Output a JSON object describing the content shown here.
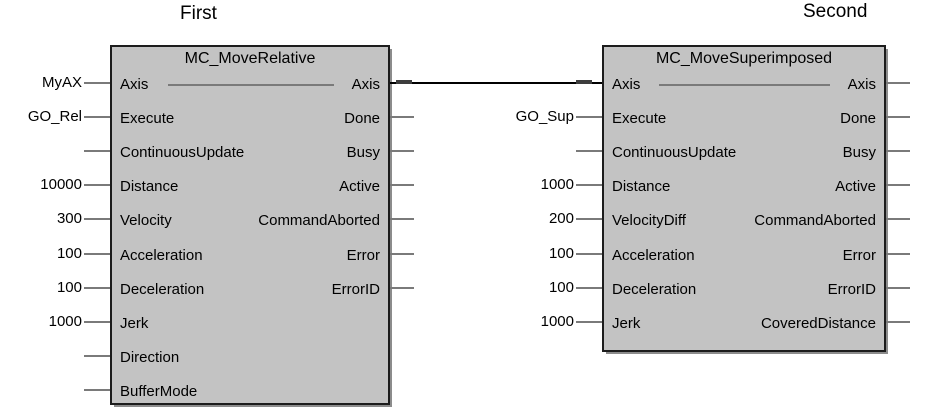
{
  "colors": {
    "background": "#ffffff",
    "block_fill": "#c3c3c3",
    "block_border": "#1c1c1c",
    "stub_line": "#7a7a7a",
    "wire": "#000000",
    "shadow": "#8c8c8c",
    "text": "#000000"
  },
  "blocks": [
    {
      "id": "first",
      "instance_label": "First",
      "type_title": "MC_MoveRelative",
      "rows": [
        {
          "input": "Axis",
          "value": "MyAX",
          "output": "Axis",
          "inout": true
        },
        {
          "input": "Execute",
          "value": "GO_Rel",
          "output": "Done"
        },
        {
          "input": "ContinuousUpdate",
          "value": null,
          "output": "Busy"
        },
        {
          "input": "Distance",
          "value": "10000",
          "output": "Active"
        },
        {
          "input": "Velocity",
          "value": "300",
          "output": "CommandAborted"
        },
        {
          "input": "Acceleration",
          "value": "100",
          "output": "Error"
        },
        {
          "input": "Deceleration",
          "value": "100",
          "output": "ErrorID"
        },
        {
          "input": "Jerk",
          "value": "1000",
          "output": null
        },
        {
          "input": "Direction",
          "value": null,
          "output": null
        },
        {
          "input": "BufferMode",
          "value": null,
          "output": null
        }
      ]
    },
    {
      "id": "second",
      "instance_label": "Second",
      "type_title": "MC_MoveSuperimposed",
      "rows": [
        {
          "input": "Axis",
          "value": null,
          "output": "Axis",
          "inout": true,
          "wired_input": true
        },
        {
          "input": "Execute",
          "value": "GO_Sup",
          "output": "Done"
        },
        {
          "input": "ContinuousUpdate",
          "value": null,
          "output": "Busy"
        },
        {
          "input": "Distance",
          "value": "1000",
          "output": "Active"
        },
        {
          "input": "VelocityDiff",
          "value": "200",
          "output": "CommandAborted"
        },
        {
          "input": "Acceleration",
          "value": "100",
          "output": "Error"
        },
        {
          "input": "Deceleration",
          "value": "100",
          "output": "ErrorID"
        },
        {
          "input": "Jerk",
          "value": "1000",
          "output": "CoveredDistance"
        }
      ]
    }
  ],
  "connection": {
    "from": "First Axis output",
    "to": "Second Axis input"
  }
}
